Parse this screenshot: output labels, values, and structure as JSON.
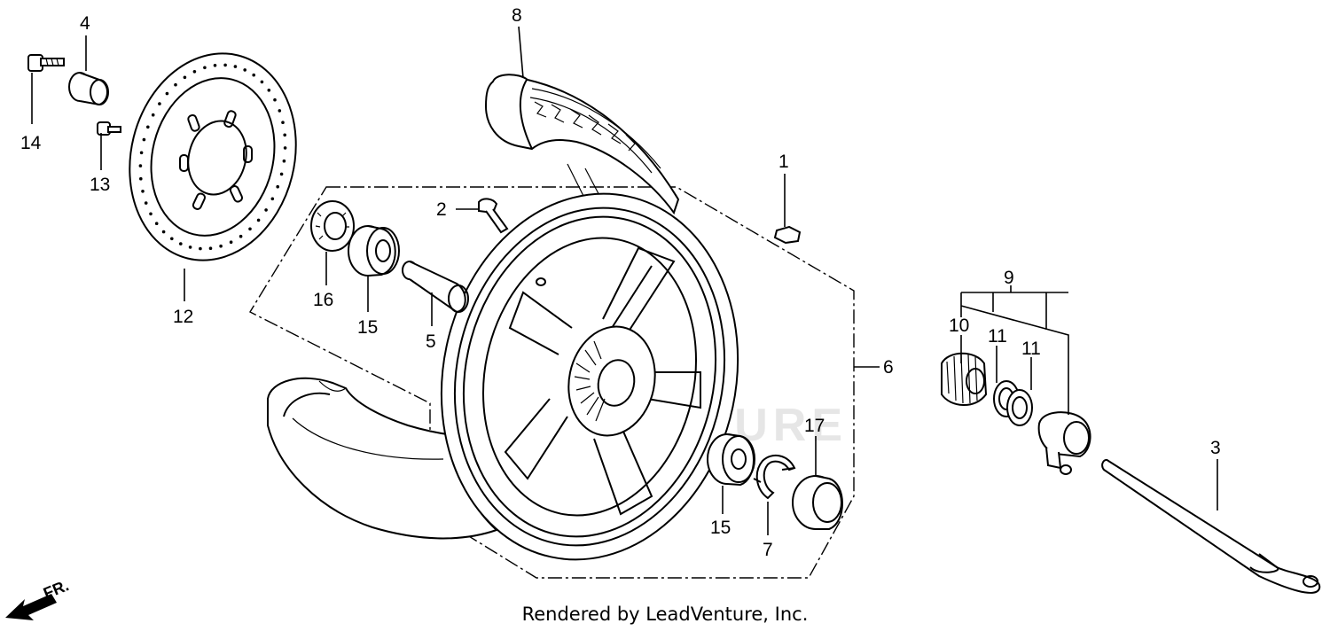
{
  "diagram": {
    "labels": {
      "p1": "1",
      "p2": "2",
      "p3": "3",
      "p4": "4",
      "p5": "5",
      "p6": "6",
      "p7": "7",
      "p8": "8",
      "p9": "9",
      "p10": "10",
      "p11a": "11",
      "p11b": "11",
      "p12": "12",
      "p13": "13",
      "p14": "14",
      "p15a": "15",
      "p15b": "15",
      "p16": "16",
      "p17": "17"
    },
    "direction_label": "FR.",
    "watermark": "LEADVENTURE",
    "footer": "Rendered by LeadVenture, Inc."
  }
}
